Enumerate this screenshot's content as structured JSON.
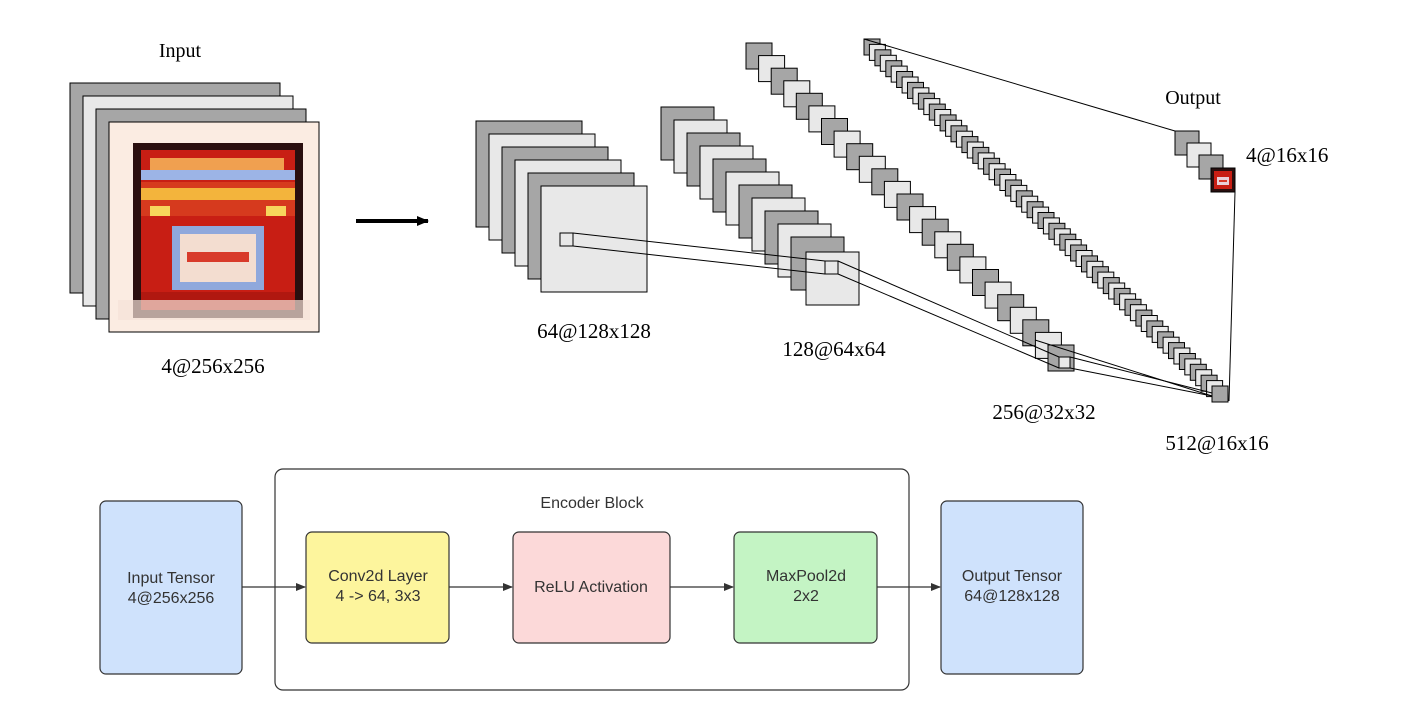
{
  "cnn": {
    "input_label": "Input",
    "input_caption": "4@256x256",
    "output_label": "Output",
    "output_caption": "4@16x16",
    "layer1_caption": "64@128x128",
    "layer2_caption": "128@64x64",
    "layer3_caption": "256@32x32",
    "layer4_caption": "512@16x16",
    "icon": "pixel-art-jar-icon"
  },
  "encoder": {
    "title": "Encoder Block",
    "input_box": {
      "line1": "Input Tensor",
      "line2": "4@256x256"
    },
    "conv_box": {
      "line1": "Conv2d Layer",
      "line2": "4 -> 64, 3x3"
    },
    "relu_box": {
      "line1": "ReLU Activation"
    },
    "pool_box": {
      "line1": "MaxPool2d",
      "line2": "2x2"
    },
    "output_box": {
      "line1": "Output Tensor",
      "line2": "64@128x128"
    }
  },
  "colors": {
    "tensor_box": "#cfe2fc",
    "conv_box": "#fdf59d",
    "relu_box": "#fcd9d9",
    "pool_box": "#c4f4c4",
    "map_dark": "#a6a6a6",
    "map_light": "#e8e8e8"
  }
}
